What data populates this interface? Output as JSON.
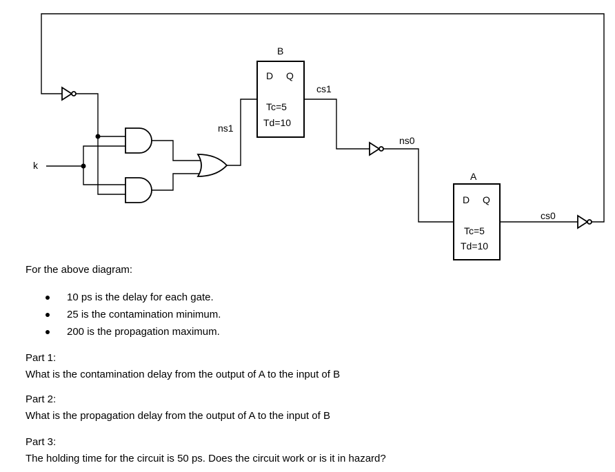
{
  "diagram": {
    "labels": {
      "k": "k",
      "ns1": "ns1",
      "cs1": "cs1",
      "ns0": "ns0",
      "cs0": "cs0"
    },
    "flipflop_b": {
      "name": "B",
      "d": "D",
      "q": "Q",
      "tc": "Tc=5",
      "td": "Td=10"
    },
    "flipflop_a": {
      "name": "A",
      "d": "D",
      "q": "Q",
      "tc": "Tc=5",
      "td": "Td=10"
    }
  },
  "text": {
    "intro": "For the above diagram:",
    "bullets": [
      "10 ps is the delay for each gate.",
      "25 is the contamination minimum.",
      "200 is the propagation maximum."
    ],
    "part1": {
      "title": "Part 1:",
      "question": "What is the contamination delay from the output of A to the input of B"
    },
    "part2": {
      "title": "Part 2:",
      "question": "What is the propagation delay from the output of A to the input of B"
    },
    "part3": {
      "title": "Part 3:",
      "question": "The holding time for the circuit is 50 ps. Does the circuit work or is it in hazard?"
    }
  }
}
